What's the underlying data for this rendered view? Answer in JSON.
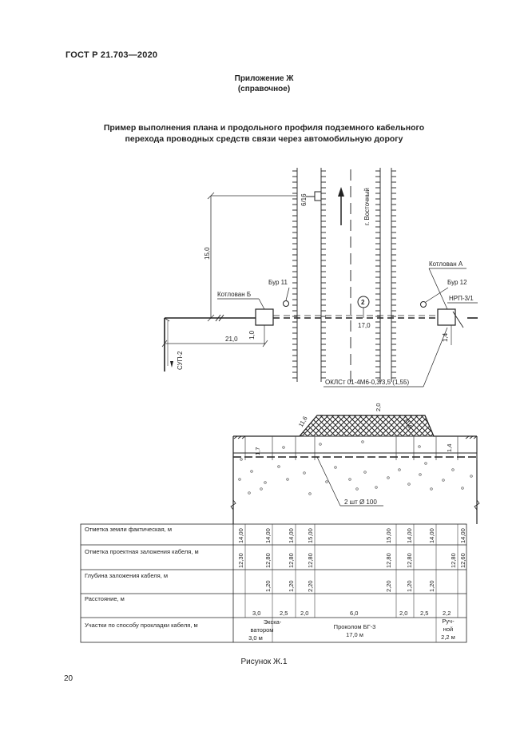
{
  "header": {
    "standard": "ГОСТ Р 21.703—2020"
  },
  "appendix": {
    "title": "Приложение Ж",
    "note": "(справочное)"
  },
  "figure": {
    "title_line1": "Пример выполнения плана и продольного профиля подземного кабельного",
    "title_line2": "перехода проводных средств связи через автомобильную дорогу",
    "caption": "Рисунок Ж.1"
  },
  "plan": {
    "street": "г. Восточный",
    "post": "6/16",
    "dim_vertical": "15,0",
    "dim_horizontal": "21,0",
    "dim_left_pit": "1,0",
    "dim_right_pit": "1,4",
    "dim_crossing": "17,0",
    "pit_b": "Котлован Б",
    "pit_a": "Котлован А",
    "bore_11": "Бур 11",
    "bore_12": "Бур 12",
    "nrp": "НРП-3/1",
    "cable_mark": "2",
    "cable": "ОКЛСт 01-4М6-0,3/3,5 (1,55)",
    "sup": "СУП-2"
  },
  "profile": {
    "dim_left_slope": "11,6",
    "dim_right_slope": "11,6",
    "dim_top": "2,0",
    "dim_depth_left": "1,7",
    "dim_depth_right": "1,4",
    "pipe_label": "2 шт Ø 100"
  },
  "table": {
    "rows": [
      {
        "label": "Отметка земли фактическая, м",
        "values": [
          "14,00",
          "14,00",
          "14,00",
          "15,00",
          "15,00",
          "14,00",
          "14,00",
          "14,00"
        ]
      },
      {
        "label": "Отметка проектная заложения кабеля, м",
        "values": [
          "12,30",
          "12,80",
          "12,80",
          "12,80",
          "12,80",
          "12,80",
          "12,80",
          "12,60"
        ]
      },
      {
        "label": "Глубина заложения кабеля, м",
        "values": [
          "1,20",
          "1,20",
          "2,20",
          "2,20",
          "1,20",
          "1,20"
        ]
      },
      {
        "label": "Расстояние, м",
        "values": [
          "3,0",
          "2,5",
          "2,0",
          "6,0",
          "2,0",
          "2,5",
          "2,2"
        ]
      },
      {
        "label": "Участки по способу прокладки кабеля, м",
        "segments": [
          {
            "line1": "Экска-",
            "line2": "ватором",
            "line3": "3,0 м"
          },
          {
            "line1": "Проколом БГ-3",
            "line2": "17,0 м"
          },
          {
            "line1": "Руч-",
            "line2": "ной",
            "line3": "2,2 м"
          }
        ]
      }
    ]
  },
  "page": {
    "number": "20"
  }
}
